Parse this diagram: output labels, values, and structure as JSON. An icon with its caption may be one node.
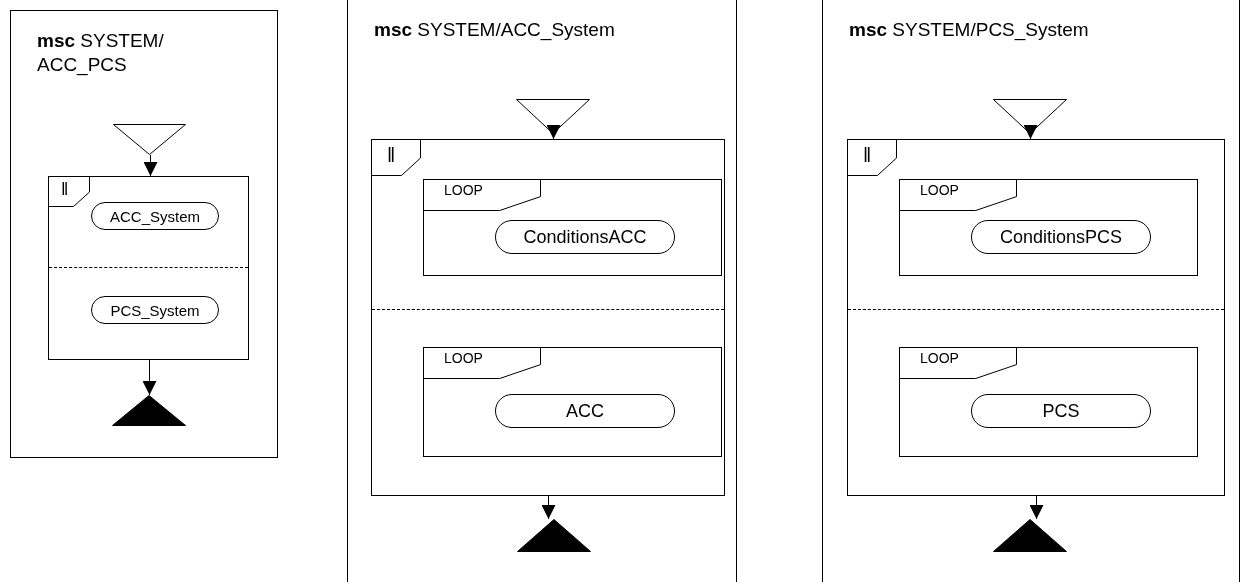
{
  "diagram": {
    "nodes": [
      {
        "text": [
          "**msc** SYSTEM/ACC_PCS"
        ]
      },
      {
        "text": [],
        "shape": "inverted-triangle",
        "in": 0
      },
      {
        "text": [
          "‖"
        ],
        "in": 0
      },
      {
        "text": [
          "ACC_System"
        ],
        "in": 2
      },
      {
        "text": [
          "PCS_System"
        ],
        "in": 2
      },
      {
        "text": [],
        "shape": "triangle",
        "in": 0
      },
      {
        "text": [
          "**msc** SYSTEM/ACC_System"
        ]
      },
      {
        "text": [],
        "shape": "inverted-triangle",
        "in": 6
      },
      {
        "text": [
          "‖"
        ],
        "in": 6
      },
      {
        "text": [
          "LOOP"
        ],
        "in": 8
      },
      {
        "text": [
          "ConditionsACC"
        ],
        "in": 9
      },
      {
        "text": [
          "LOOP"
        ],
        "in": 8
      },
      {
        "text": [
          "ACC"
        ],
        "in": 11
      },
      {
        "text": [],
        "shape": "triangle",
        "in": 6
      },
      {
        "text": [
          "**msc** SYSTEM/PCS_System"
        ]
      },
      {
        "text": [],
        "shape": "inverted-triangle",
        "in": 14
      },
      {
        "text": [
          "‖"
        ],
        "in": 14
      },
      {
        "text": [
          "LOOP"
        ],
        "in": 16
      },
      {
        "text": [
          "ConditionsPCS"
        ],
        "in": 17
      },
      {
        "text": [
          "LOOP"
        ],
        "in": 16
      },
      {
        "text": [
          "PCS"
        ],
        "in": 19
      },
      {
        "text": [],
        "shape": "triangle",
        "in": 14
      }
    ],
    "edges": [
      {
        "from": 1,
        "to": 2,
        "arrow": "to"
      },
      {
        "from": 2,
        "to": 5,
        "arrow": "to"
      },
      {
        "from": 7,
        "to": 8,
        "arrow": "to"
      },
      {
        "from": 8,
        "to": 13,
        "arrow": "to"
      },
      {
        "from": 15,
        "to": 16,
        "arrow": "to"
      },
      {
        "from": 16,
        "to": 21,
        "arrow": "to"
      }
    ]
  }
}
